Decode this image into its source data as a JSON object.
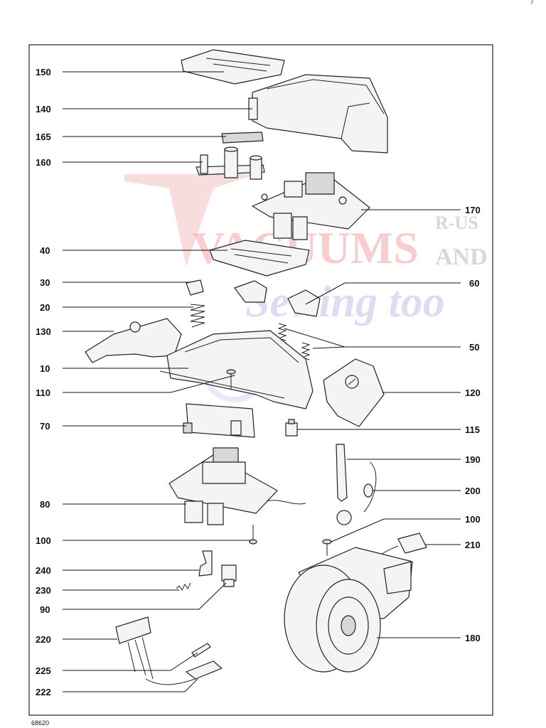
{
  "corner_mark": ")",
  "watermark": {
    "line1": "VACUUMS",
    "line2": "Sewing too",
    "side_top": "R-US",
    "side_bottom": "AND",
    "color_red": "#e24b4b",
    "color_blue": "#8b93d6"
  },
  "footer_code": "68620",
  "callouts_left": [
    {
      "label": "150"
    },
    {
      "label": "140"
    },
    {
      "label": "165"
    },
    {
      "label": "160"
    },
    {
      "label": "40"
    },
    {
      "label": "30"
    },
    {
      "label": "20"
    },
    {
      "label": "130"
    },
    {
      "label": "10"
    },
    {
      "label": "110"
    },
    {
      "label": "70"
    },
    {
      "label": "80"
    },
    {
      "label": "100"
    },
    {
      "label": "240"
    },
    {
      "label": "230"
    },
    {
      "label": "90"
    },
    {
      "label": "220"
    },
    {
      "label": "225"
    },
    {
      "label": "222"
    }
  ],
  "callouts_right": [
    {
      "label": "170"
    },
    {
      "label": "60"
    },
    {
      "label": "50"
    },
    {
      "label": "120"
    },
    {
      "label": "115"
    },
    {
      "label": "190"
    },
    {
      "label": "200"
    },
    {
      "label": "100"
    },
    {
      "label": "210"
    },
    {
      "label": "180"
    }
  ]
}
